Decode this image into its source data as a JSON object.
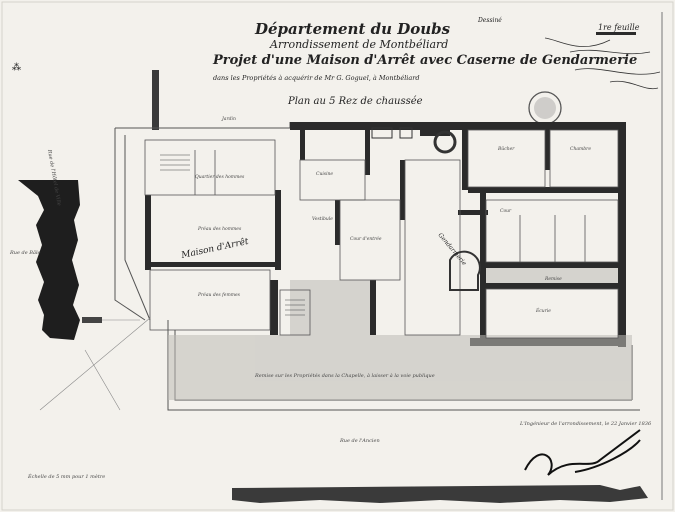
{
  "header": {
    "title_line1": "Département du Doubs",
    "title_line2": "Arrondissement de Montbéliard",
    "title_line3": "Projet d'une Maison d'Arrêt avec Caserne de Gendarmerie",
    "title_line4": "dans les Propriétés à acquérir de Mr G. Goguel, à Montbéliard",
    "scale_note": "Plan au 5 Rez de chaussée",
    "sheet_number": "1re feuille",
    "corner_note": "Dessiné"
  },
  "rooms": {
    "maison_arret": "Maison d'Arrêt",
    "quartier_hommes": "Quartier des hommes",
    "preau_hommes": "Préau des hommes",
    "preau_femmes": "Préau des femmes",
    "gendarmerie": "Gendarmerie",
    "cour_entree": "Cour d'entrée",
    "ecurie": "Écurie",
    "cuisine": "Cuisine",
    "bucher": "Bûcher",
    "chambre": "Chambre",
    "remise": "Remise",
    "vestibule": "Vestibule",
    "jardin": "Jardin",
    "cour": "Cour"
  },
  "annotations": {
    "bottom_street": "Rue de l'Ancien",
    "lower_caption": "Remise sur les Propriétés dans la Chapelle, à laisser à la voie publique",
    "left_vertical": "Rue de l'Hôtel de Ville",
    "left_label": "Rue de Bâle",
    "bottom_left": "Échelle de 5 mm pour 1 mètre",
    "signature_note": "L'Ingénieur de l'arrondissement, le 22 Janvier 1836"
  },
  "colors": {
    "paper": "#f3f1ec",
    "ink": "#2b2b2b",
    "wash": "#bdbbb6"
  }
}
